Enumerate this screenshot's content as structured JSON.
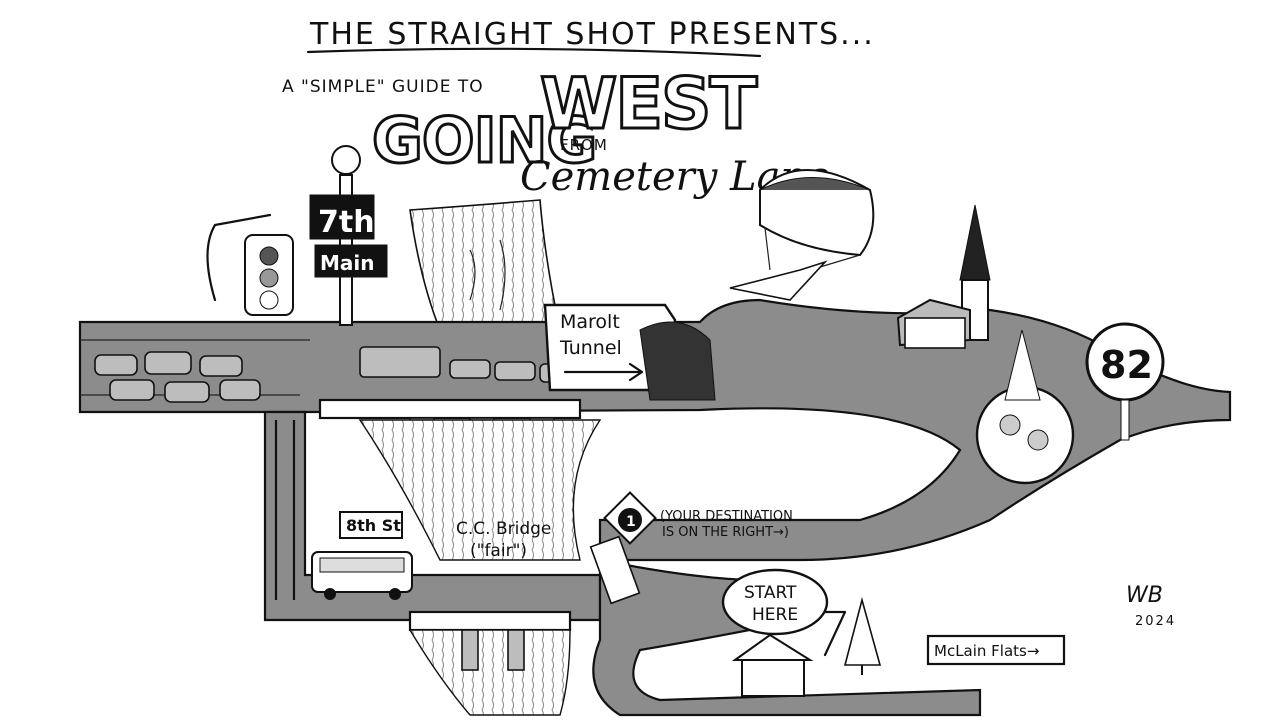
{
  "header": {
    "presents": "THE STRAIGHT SHOT PRESENTS...",
    "guide_to": "A \"SIMPLE\" GUIDE TO",
    "going": "GOING",
    "west": "WEST",
    "from": "FROM",
    "origin": "Cemetery Lane"
  },
  "street_sign": {
    "top": "7th",
    "bottom": "Main"
  },
  "tunnel_sign": {
    "line1": "Marolt",
    "line2": "Tunnel"
  },
  "route_shield": "82",
  "eighth_st_sign": "8th St",
  "bridge_label": {
    "line1": "C.C. Bridge",
    "line2": "(\"fair\")"
  },
  "roundabout_sign": "1",
  "destination_note": {
    "line1": "(YOUR DESTINATION",
    "line2": "IS ON THE RIGHT→)"
  },
  "start_bubble": {
    "line1": "START",
    "line2": "HERE"
  },
  "mclain_sign": "McLain Flats→",
  "signature": {
    "initials": "WB",
    "year": "2024"
  },
  "colors": {
    "ink": "#111111",
    "asphalt": "#8c8c8c",
    "paper": "#ffffff"
  }
}
